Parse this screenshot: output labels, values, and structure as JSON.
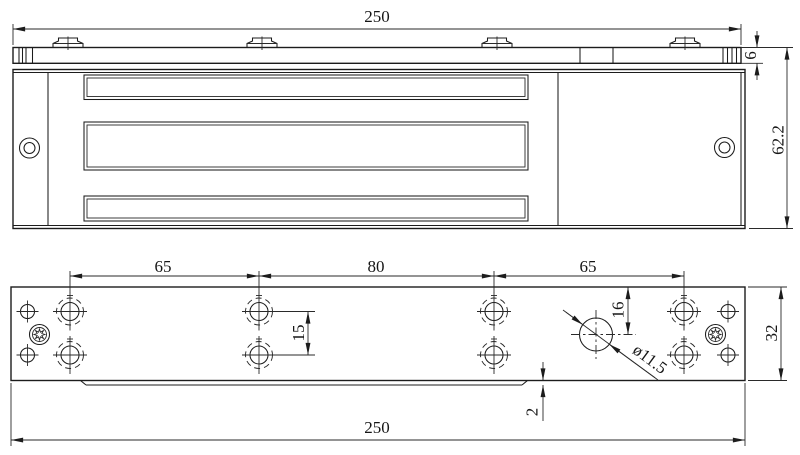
{
  "drawing": {
    "description": "Two-view engineering drawing of an electromagnetic door lock (side elevation and armature plate plan) with millimetre dimensions",
    "colors": {
      "line": "#1c1c1c",
      "background": "#ffffff"
    },
    "side_view": {
      "name": "side-elevation",
      "dims": {
        "overall_length": "250",
        "plate_thickness": "6",
        "overall_height": "62.2"
      }
    },
    "plan_view": {
      "name": "mounting-plate-plan",
      "dims": {
        "spacing_left": "65",
        "spacing_center": "80",
        "spacing_right": "65",
        "row_spacing": "15",
        "center_hole_offset": "16",
        "center_hole_diameter": "ø11.5",
        "step_depth": "2",
        "plate_width": "32",
        "overall_length": "250"
      }
    }
  }
}
